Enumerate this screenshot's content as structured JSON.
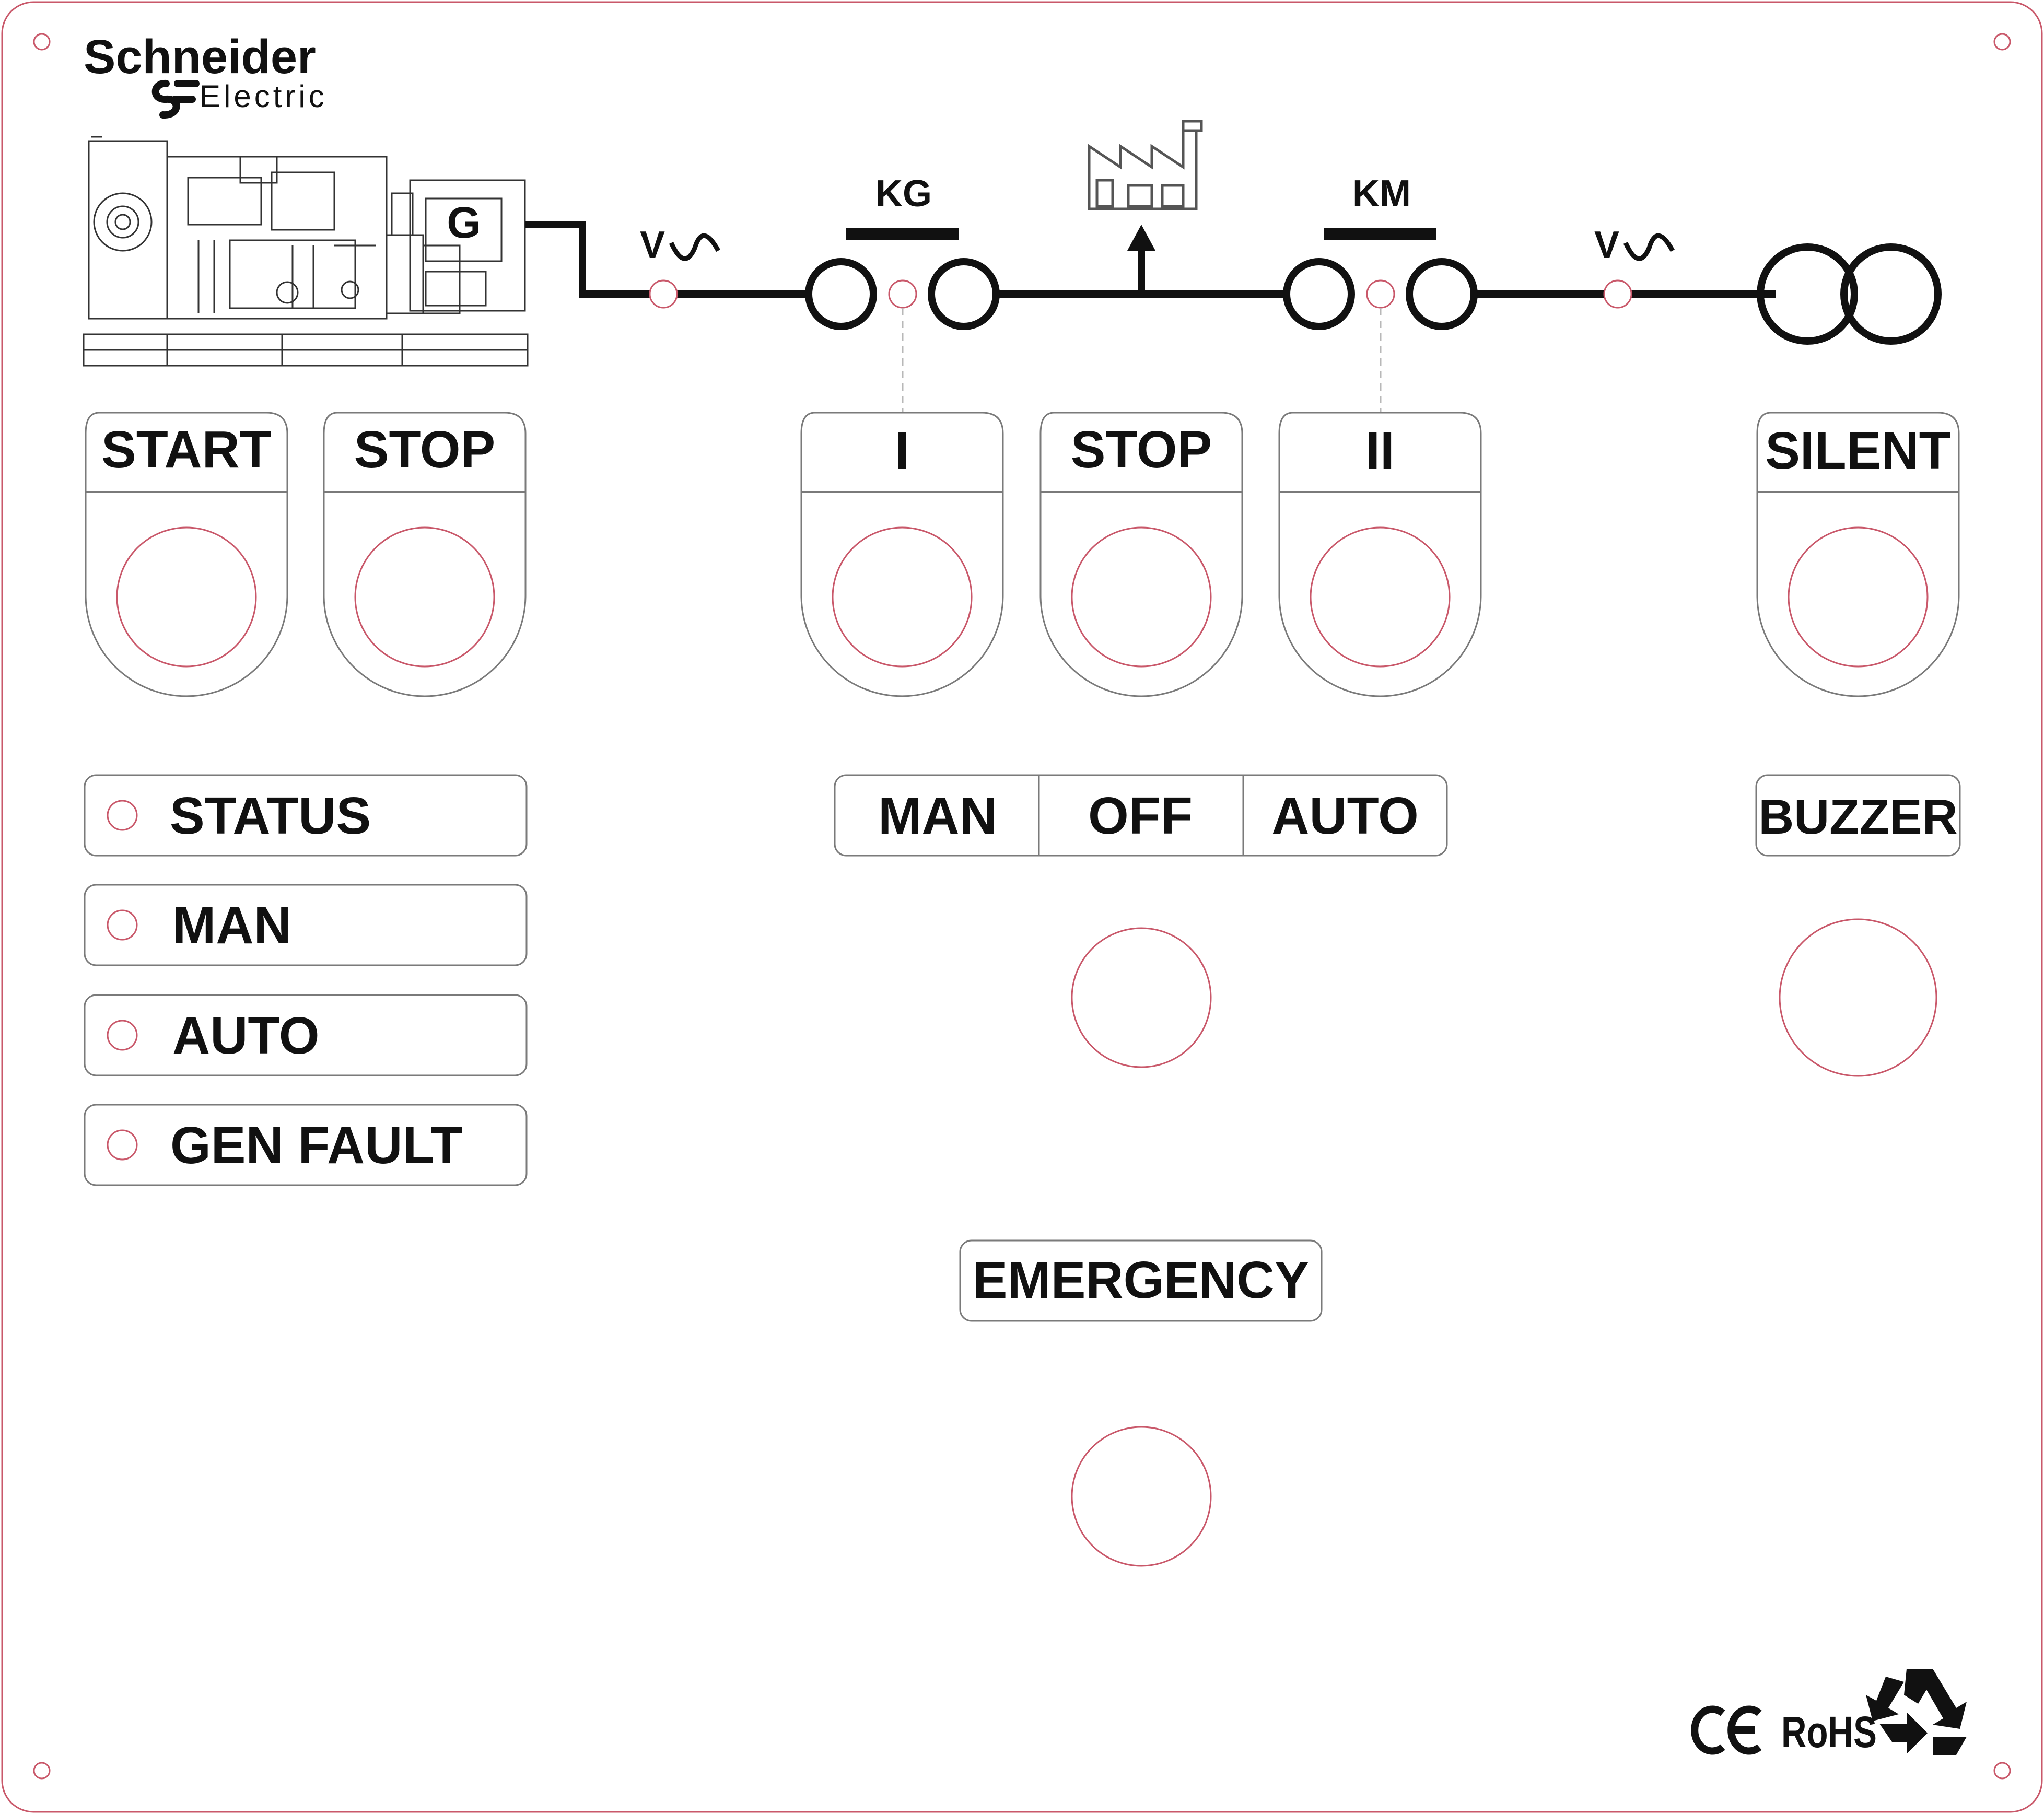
{
  "brand": {
    "name": "Schneider",
    "sub": "Electric"
  },
  "diagram": {
    "generator_label": "G",
    "volt_label_1": "V",
    "volt_label_2": "V",
    "kg_label": "KG",
    "km_label": "KM"
  },
  "buttons": {
    "start": "START",
    "stop_engine": "STOP",
    "kg_close": "I",
    "stop_transfer": "STOP",
    "km_close": "II",
    "silent": "SILENT"
  },
  "indicators": [
    {
      "label": "STATUS"
    },
    {
      "label": "MAN"
    },
    {
      "label": "AUTO"
    },
    {
      "label": "GEN FAULT"
    }
  ],
  "mode_selector": {
    "options": [
      "MAN",
      "OFF",
      "AUTO"
    ]
  },
  "buzzer": {
    "label": "BUZZER"
  },
  "emergency": {
    "label": "EMERGENCY"
  },
  "compliance": {
    "ce": "CE",
    "rohs": "RoHS"
  },
  "colors": {
    "line": "#111111",
    "cutout": "#c9586a",
    "outline": "#7a7a7a",
    "guide": "#b8b8b8"
  }
}
